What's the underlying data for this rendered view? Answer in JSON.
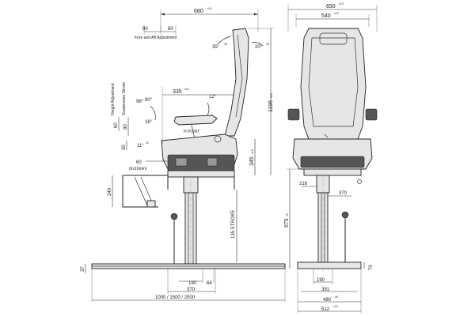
{
  "side_view": {
    "overall_depth": "680",
    "overall_depth_tol": "±10",
    "fore_aft_left": "90",
    "fore_aft_right": "80",
    "fore_aft_caption": "Fore and Aft Adjustment",
    "back_angle_left": "35°",
    "back_angle_left_tol": "±5",
    "back_angle_right": "20°",
    "back_angle_right_tol": "±5",
    "seat_to_backrest": "335",
    "seat_to_backrest_tol": "±10",
    "armrest_angle": "12°",
    "height_adjustment_caption": "Height Adjustment",
    "suspension_stroke_caption": "Suspension Stroke",
    "angle_98": "98°",
    "angle_80": "80°",
    "angle_16": "16°",
    "height_adjust_value": "60",
    "suspension_value": "80",
    "stroke_30": "30",
    "cushion_tilt": "11°",
    "cushion_tilt_tol": "±2",
    "h_point_label": "H POINT",
    "overall_height": "1195",
    "overall_height_tol": "±20",
    "seat_height": "345",
    "seat_height_tol": "±10",
    "bolt_offset": "60",
    "bolt_spec": "(6x10mm)",
    "footrest_height": "240",
    "stroke_caption": "135 STROKE",
    "base_height": "37",
    "column_width": "190",
    "column_offset": "64",
    "rail_width": "370",
    "base_length": "1000 / 1500 / 2000"
  },
  "front_view": {
    "overall_width": "650",
    "overall_width_tol": "±10",
    "back_width": "540",
    "back_width_tol": "±10",
    "bracket_offset": "216",
    "bracket_width": "370",
    "column_height": "675",
    "column_height_tol": "±5",
    "base_height": "70",
    "column_width": "190",
    "plate_width": "391",
    "rail_width": "480",
    "rail_width_tol": "±5",
    "base_width": "512",
    "base_width_tol": "±10"
  }
}
